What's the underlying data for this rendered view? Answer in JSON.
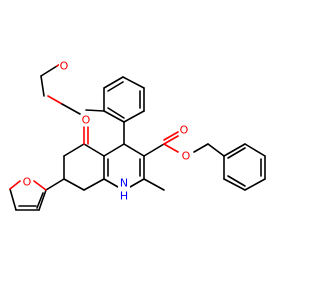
{
  "molecule": {
    "atoms": {
      "ether_o": "O",
      "ketone_o": "O",
      "ester_carbonyl_o": "O",
      "ester_o": "O",
      "furan_o": "O",
      "nh_label": "H",
      "n_label": "N"
    },
    "colors": {
      "bond": "#000000",
      "oxygen": "#ff0000",
      "nitrogen": "#0000ff"
    }
  }
}
